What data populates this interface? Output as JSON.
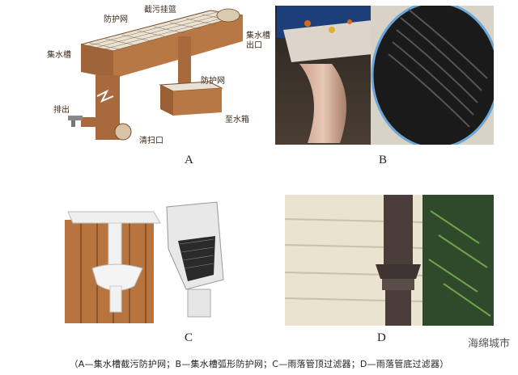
{
  "figure": {
    "panel_a": {
      "letter": "A",
      "labels": {
        "guard_basket": "截污挂篮",
        "mesh_top": "防护网",
        "gutter": "集水槽",
        "gutter_outlet": "集水槽\n出口",
        "mesh_box": "防护网",
        "discharge": "排出",
        "to_tank": "至水箱",
        "cleanout": "清扫口"
      }
    },
    "panel_b": {
      "letter": "B"
    },
    "panel_c": {
      "letter": "C"
    },
    "panel_d": {
      "letter": "D"
    },
    "caption": "（A—集水槽截污防护网；B—集水槽弧形防护网；C—雨落管顶过滤器；D—雨落管底过滤器）",
    "watermark": "海绵城市"
  }
}
